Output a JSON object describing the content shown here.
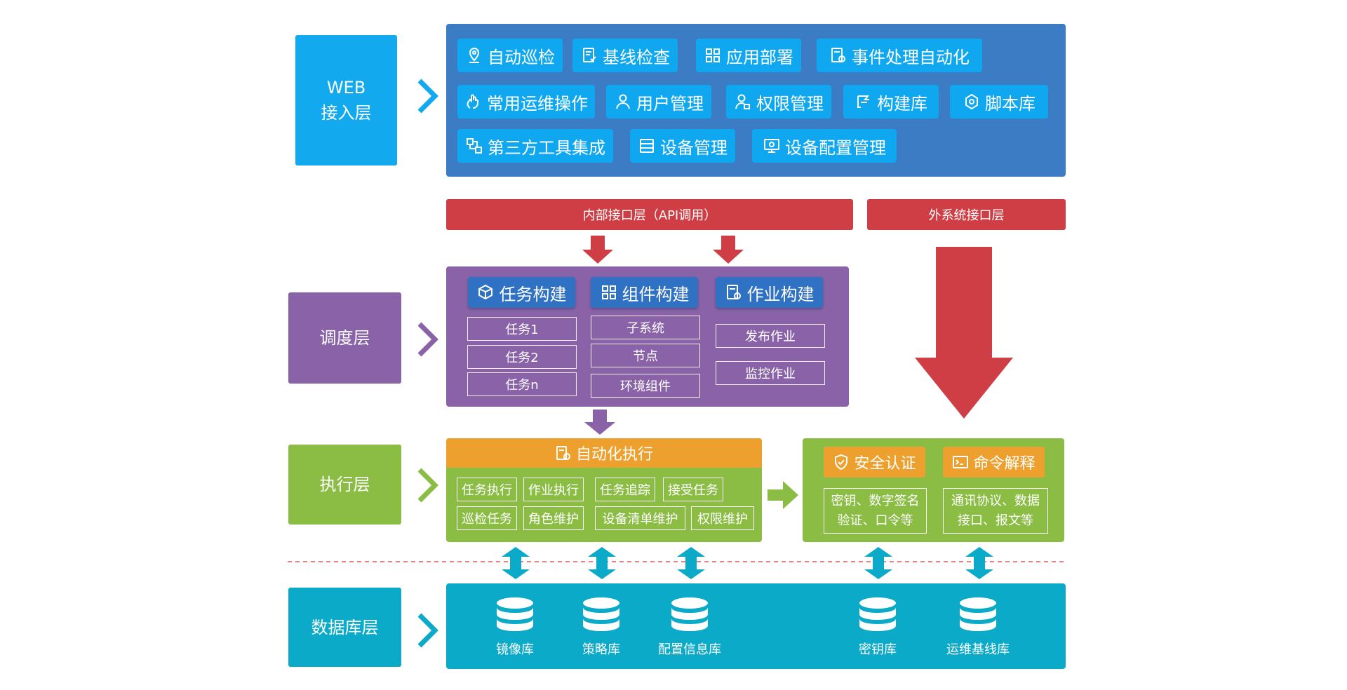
{
  "layers": {
    "web": "WEB\n接入层",
    "dispatch": "调度层",
    "exec": "执行层",
    "db": "数据库层"
  },
  "web_buttons": [
    {
      "label": "自动巡检",
      "icon": "location-pin-icon"
    },
    {
      "label": "基线检查",
      "icon": "document-check-icon"
    },
    {
      "label": "应用部署",
      "icon": "grid-icon"
    },
    {
      "label": "事件处理自动化",
      "icon": "event-settings-icon"
    },
    {
      "label": "常用运维操作",
      "icon": "hand-operation-icon"
    },
    {
      "label": "用户管理",
      "icon": "user-icon"
    },
    {
      "label": "权限管理",
      "icon": "user-permission-icon"
    },
    {
      "label": "构建库",
      "icon": "build-tool-icon"
    },
    {
      "label": "脚本库",
      "icon": "hexagon-script-icon"
    },
    {
      "label": "第三方工具集成",
      "icon": "integration-icon"
    },
    {
      "label": "设备管理",
      "icon": "device-list-icon"
    },
    {
      "label": "设备配置管理",
      "icon": "monitor-config-icon"
    }
  ],
  "interface": {
    "internal": "内部接口层（API调用）",
    "external": "外系统接口层"
  },
  "dispatch": {
    "columns": [
      {
        "title": "任务构建",
        "icon": "cube-build-icon",
        "items": [
          "任务1",
          "任务2",
          "任务n"
        ]
      },
      {
        "title": "组件构建",
        "icon": "grid-icon",
        "items": [
          "子系统",
          "节点",
          "环境组件"
        ]
      },
      {
        "title": "作业构建",
        "icon": "job-settings-icon",
        "items": [
          "发布作业",
          "监控作业"
        ]
      }
    ]
  },
  "exec": {
    "title": "自动化执行",
    "icon": "auto-execute-icon",
    "tasks": [
      "任务执行",
      "作业执行",
      "任务追踪",
      "接受任务",
      "巡检任务",
      "角色维护",
      "设备清单维护",
      "权限维护"
    ]
  },
  "security": {
    "items": [
      {
        "title": "安全认证",
        "icon": "shield-check-icon",
        "desc": "密钥、数字签名\n验证、口令等"
      },
      {
        "title": "命令解释",
        "icon": "terminal-icon",
        "desc": "通讯协议、数据\n接口、报文等"
      }
    ]
  },
  "databases": [
    "镜像库",
    "策略库",
    "配置信息库",
    "密钥库",
    "运维基线库"
  ],
  "colors": {
    "web_panel": "#3b7cc4",
    "web_button": "#0fa8f0",
    "web_label": "#12a9ee",
    "red": "#cf3e45",
    "purple": "#8962a8",
    "green": "#8bbd44",
    "orange": "#eda02e",
    "teal": "#0aaac8",
    "blue_head": "#2f72c4"
  }
}
